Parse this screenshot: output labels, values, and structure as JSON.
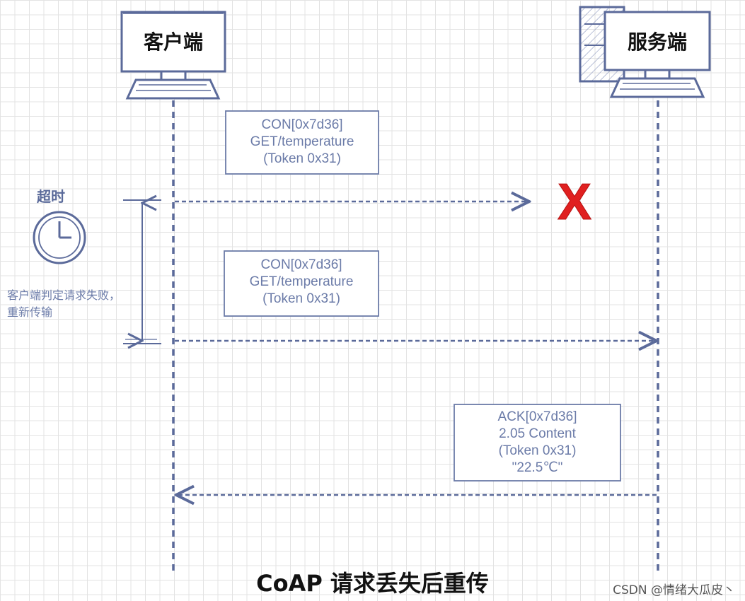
{
  "actors": {
    "client": "客户端",
    "server": "服务端"
  },
  "messages": [
    {
      "lines": [
        "CON[0x7d36]",
        "GET/temperature",
        "(Token 0x31)"
      ]
    },
    {
      "lines": [
        "CON[0x7d36]",
        "GET/temperature",
        "(Token 0x31)"
      ]
    },
    {
      "lines": [
        "ACK[0x7d36]",
        "2.05 Content",
        "(Token 0x31)",
        "\"22.5℃\""
      ]
    }
  ],
  "timeout_label": "超时",
  "side_note": "客户端判定请求失败，重新传输",
  "caption": "CoAP 请求丢失后重传",
  "watermark": "CSDN @情绪大瓜皮丶",
  "lost_marker": "X",
  "colors": {
    "line": "#5b6a9a",
    "box_border": "#6b7ba8",
    "text": "#6b7ba8",
    "lost_marker": "#e02020",
    "grid": "#e3e3e3"
  },
  "icons": {
    "client": "monitor-icon",
    "server": "server-tower-icon",
    "timeout": "clock-icon",
    "lost": "cross-icon"
  }
}
